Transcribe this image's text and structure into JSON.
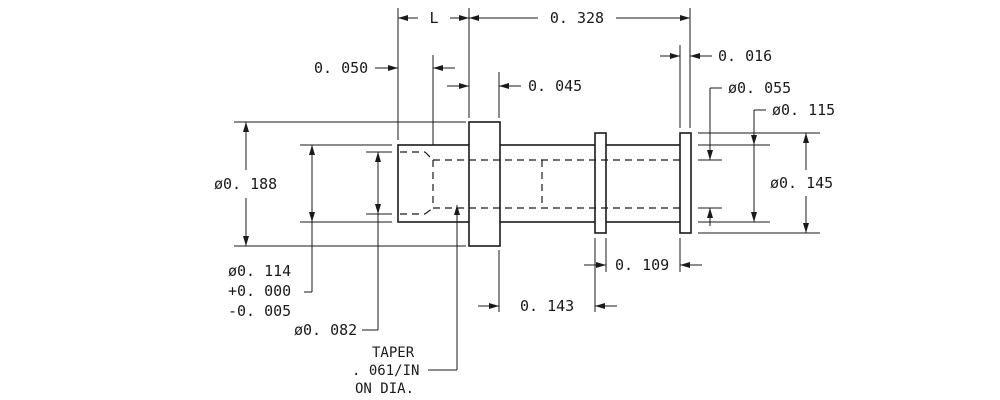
{
  "drawing": {
    "dims": {
      "L": "L",
      "len_0328": "0. 328",
      "len_0016": "0. 016",
      "len_0050": "0. 050",
      "len_0045": "0. 045",
      "dia_0055": "ø0. 055",
      "dia_0115": "ø0. 115",
      "dia_0188": "ø0. 188",
      "dia_0145": "ø0. 145",
      "dia_0114": "ø0. 114",
      "tol_plus": "+0. 000",
      "tol_minus": "-0. 005",
      "dia_0082": "ø0. 082",
      "len_0109": "0. 109",
      "len_0143": "0. 143"
    },
    "notes": {
      "taper_line1": "TAPER",
      "taper_line2": ". 061/IN",
      "taper_line3": "ON DIA."
    }
  }
}
